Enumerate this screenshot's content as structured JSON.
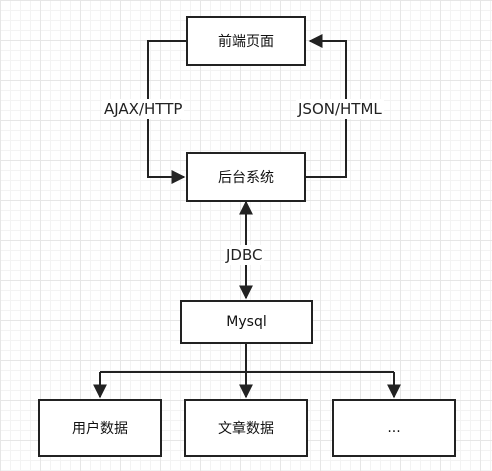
{
  "nodes": {
    "frontend": "前端页面",
    "backend": "后台系统",
    "database": "Mysql",
    "user_data": "用户数据",
    "article_data": "文章数据",
    "more": "..."
  },
  "edges": {
    "request": "AJAX/HTTP",
    "response": "JSON/HTML",
    "db_link": "JDBC"
  },
  "colors": {
    "stroke": "#222222",
    "background": "#ffffff",
    "grid": "#e6e6e6"
  }
}
